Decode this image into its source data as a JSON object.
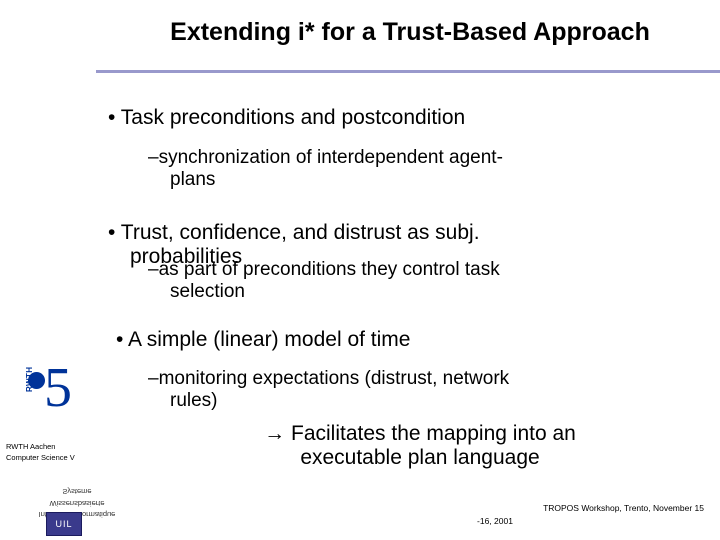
{
  "slide": {
    "title": "Extending i*  for a Trust-Based Approach",
    "bullets": [
      {
        "level": 1,
        "marker": "•",
        "text": "Task preconditions and postcondition"
      },
      {
        "level": 2,
        "marker": "–",
        "text": "synchronization of interdependent agent-plans"
      },
      {
        "level": 1,
        "marker": "•",
        "text": "Trust, confidence, and distrust as subj. probabilities"
      },
      {
        "level": 2,
        "marker": "–",
        "text": "as part of preconditions they control task selection"
      },
      {
        "level": 1,
        "marker": "•",
        "text": "A simple (linear) model of time"
      },
      {
        "level": 2,
        "marker": "–",
        "text": "monitoring expectations (distrust, network rules)"
      },
      {
        "level": 1,
        "marker": "→",
        "text": "Facilitates the mapping into an executable plan language"
      }
    ],
    "overlay_lines": {
      "l1": "• Task preconditions and postcondition",
      "l2_a": "–synchronization of interdependent agent-",
      "l2_b": "plans",
      "l3_a": "• Trust, confidence, and distrust as subj.",
      "l3_b": "probabilities",
      "l4_a": "–as part of preconditions they control task",
      "l4_b": "selection",
      "l5": "• A simple (linear) model of time",
      "l6_a": "–monitoring expectations (distrust, network",
      "l6_b": "rules)",
      "l7_a": "→ Facilitates the mapping into an",
      "l7_b": "executable plan language"
    }
  },
  "logo": {
    "digit": "5",
    "wordmark": "RWTH",
    "caption_line1": "RWTH Aachen",
    "caption_line2": "Computer Science V",
    "flipped_line1": "Informatik/Informatique",
    "flipped_line2": "Wissensbasierte",
    "flipped_line3": "Systeme",
    "badge_text": "UIL"
  },
  "footer": {
    "line1": "TROPOS Workshop, Trento, November 15",
    "line2": "-16, 2001"
  },
  "colors": {
    "rule": "#9999CC",
    "logo_blue": "#003399",
    "text": "#000000",
    "background": "#FFFFFF"
  }
}
